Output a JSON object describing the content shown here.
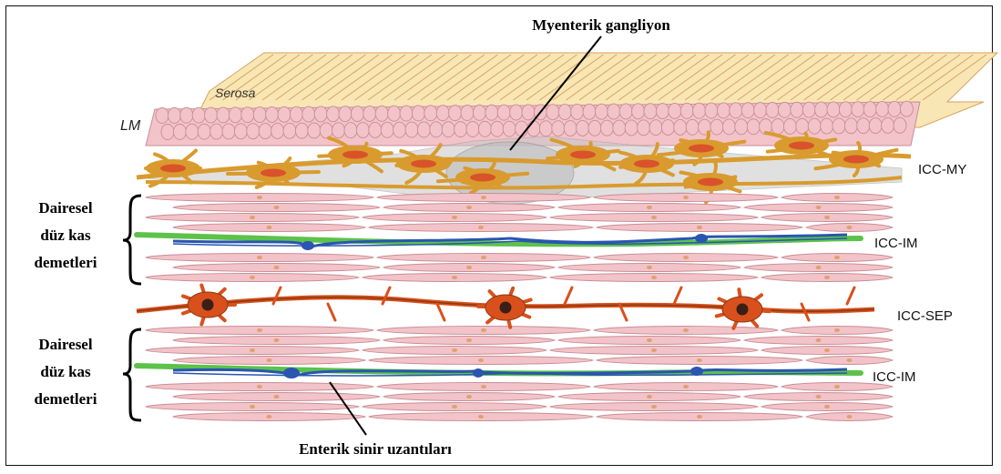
{
  "labels": {
    "title": "Myenterik gangliyon",
    "serosa": "Serosa",
    "lm": "LM",
    "icc_my": "ICC-MY",
    "icc_im_top": "ICC-IM",
    "icc_sep": "ICC-SEP",
    "icc_im_bottom": "ICC-IM",
    "left_top_1": "Dairesel",
    "left_top_2": "düz kas",
    "left_top_3": "demetleri",
    "left_bot_1": "Dairesel",
    "left_bot_2": "düz kas",
    "left_bot_3": "demetleri",
    "enteric": "Enterik sinir uzantıları"
  },
  "colors": {
    "serosa_fill": "#f8e6b4",
    "serosa_line": "#d9a25e",
    "muscle_fill": "#f2c3c8",
    "muscle_line": "#c98e96",
    "icc_my": "#d99b2e",
    "icc_my_nucleus": "#d9532a",
    "ganglion": "#c8c8c8",
    "nerve_blue": "#2a55b0",
    "icc_im_green": "#5cc24a",
    "icc_sep": "#d9501c",
    "icc_sep_nucleus": "#3a1f16",
    "dot": "#e0a070"
  }
}
